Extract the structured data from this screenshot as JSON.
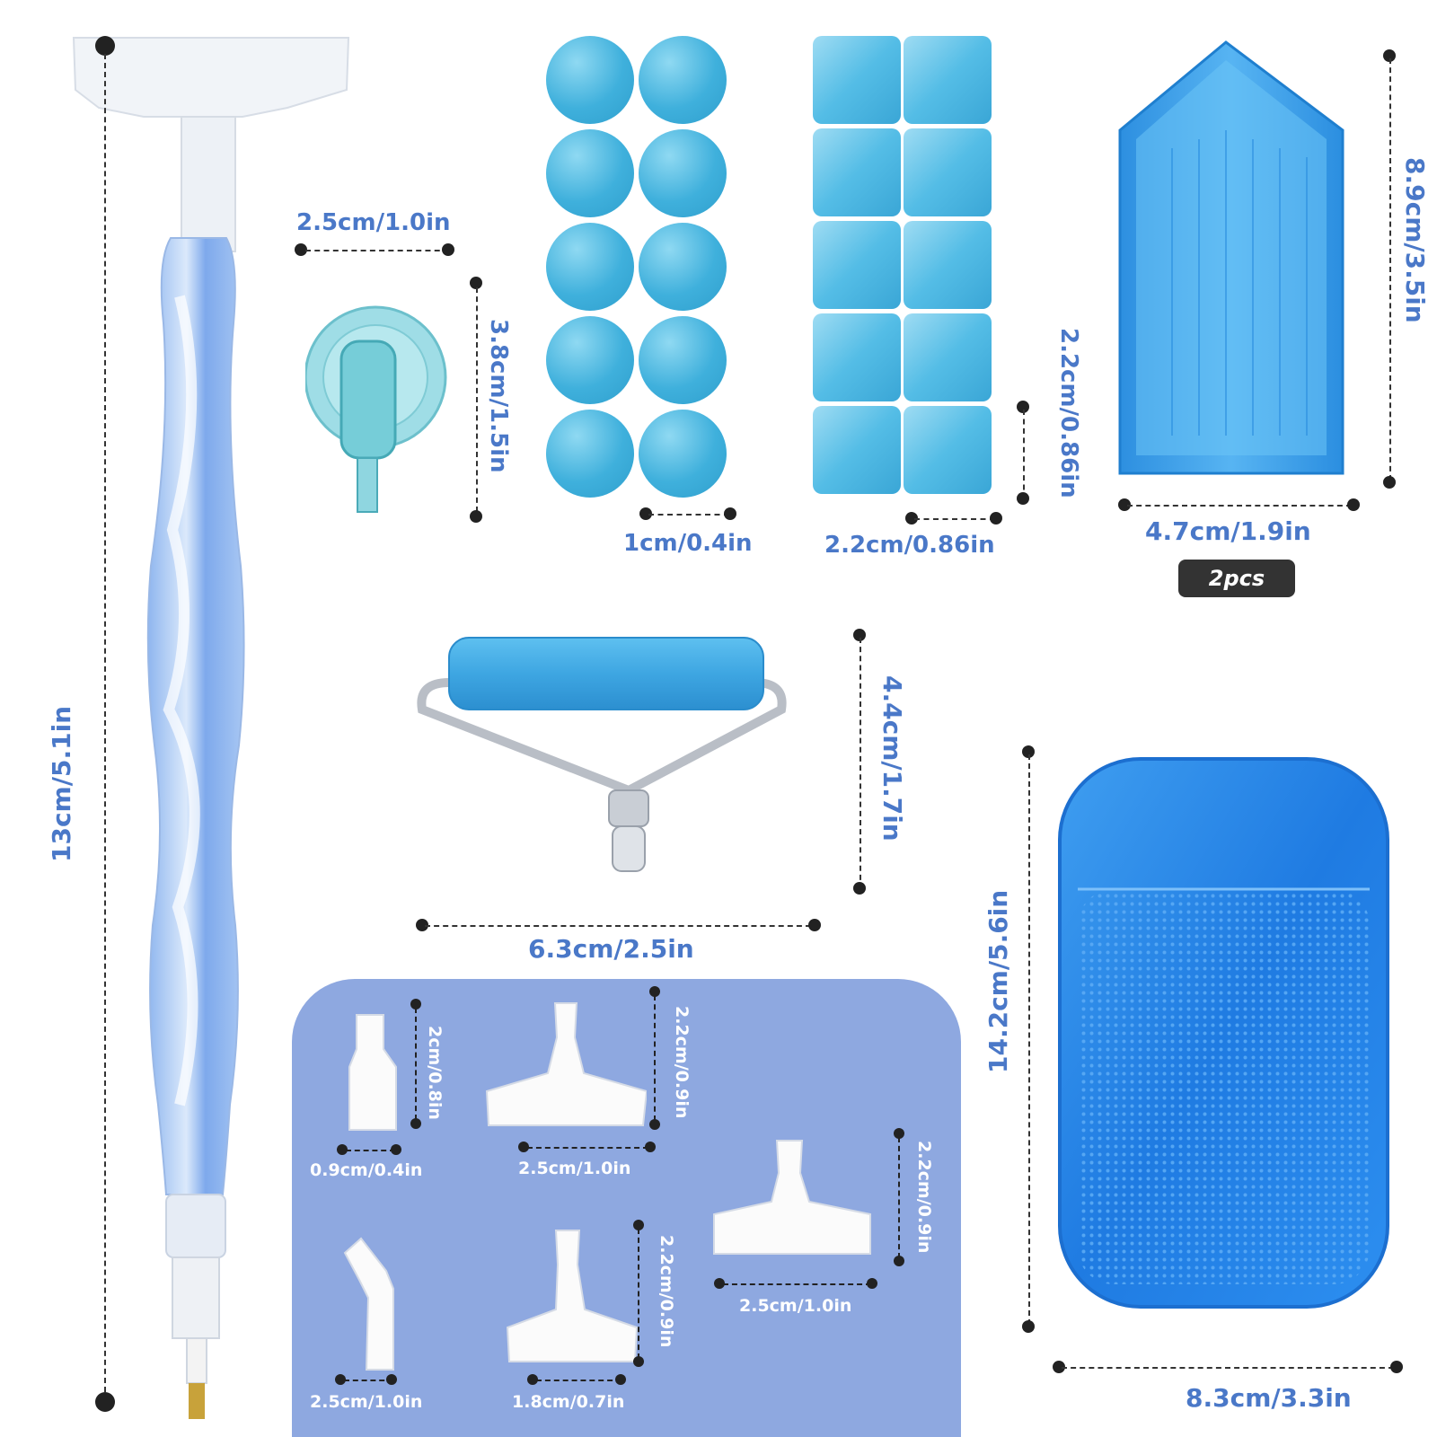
{
  "pen": {
    "dimension": "13cm/5.1in"
  },
  "roller_clip": {
    "width": "2.5cm/1.0in",
    "height": "3.8cm/1.5in"
  },
  "round_pads": {
    "diameter": "1cm/0.4in"
  },
  "square_pads": {
    "width": "2.2cm/0.86in",
    "height": "2.2cm/0.86in"
  },
  "tray": {
    "width": "4.7cm/1.9in",
    "height": "8.9cm/3.5in",
    "quantity": "2pcs"
  },
  "roller": {
    "width": "6.3cm/2.5in",
    "height": "4.4cm/1.7in"
  },
  "mat": {
    "width": "8.3cm/3.3in",
    "height": "14.2cm/5.6in"
  },
  "tips": {
    "tip1": {
      "width": "0.9cm/0.4in",
      "height": "2cm/0.8in"
    },
    "tip2": {
      "width": "2.5cm/1.0in",
      "height": "2.2cm/0.9in"
    },
    "tip3": {
      "width": "2.5cm/1.0in",
      "height": "2.2cm/0.9in"
    },
    "tip4": {
      "width": "2.5cm/1.0in"
    },
    "tip5": {
      "width": "1.8cm/0.7in",
      "height": "2.2cm/0.9in"
    }
  },
  "colors": {
    "accent_text": "#4a78c8",
    "item_blue": "#3fb0dc",
    "panel": "#8ea8e0",
    "badge": "#333333"
  }
}
